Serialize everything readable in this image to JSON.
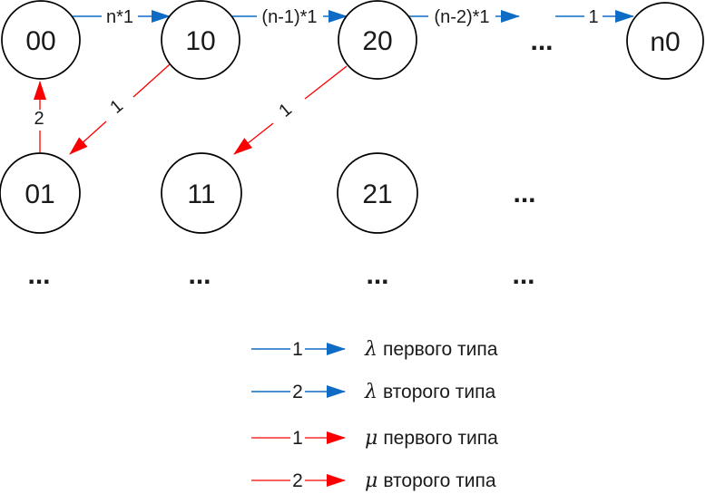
{
  "colors": {
    "lambda_blue": "#0f6cc4",
    "mu_red": "#fa0000",
    "node_stroke": "#000000",
    "text_ink": "#1a1a1a"
  },
  "nodes": {
    "n00": "00",
    "n10": "10",
    "n20": "20",
    "nn0": "n0",
    "n01": "01",
    "n11": "11",
    "n21": "21"
  },
  "edges": {
    "rate_00_10": "n*1",
    "rate_10_20": "(n-1)*1",
    "rate_20_dots": "(n-2)*1",
    "rate_dots_n0": "1",
    "rate_01_00": "2",
    "rate_10_01": "1",
    "rate_20_11": "1"
  },
  "ellipsis": "...",
  "legend": {
    "items": [
      {
        "number": "1",
        "greek": "λ",
        "text": "первого типа",
        "color": "blue"
      },
      {
        "number": "2",
        "greek": "λ",
        "text": "второго типа",
        "color": "blue"
      },
      {
        "number": "1",
        "greek": "μ",
        "text": "первого типа",
        "color": "red"
      },
      {
        "number": "2",
        "greek": "μ",
        "text": "второго типа",
        "color": "red"
      }
    ]
  }
}
